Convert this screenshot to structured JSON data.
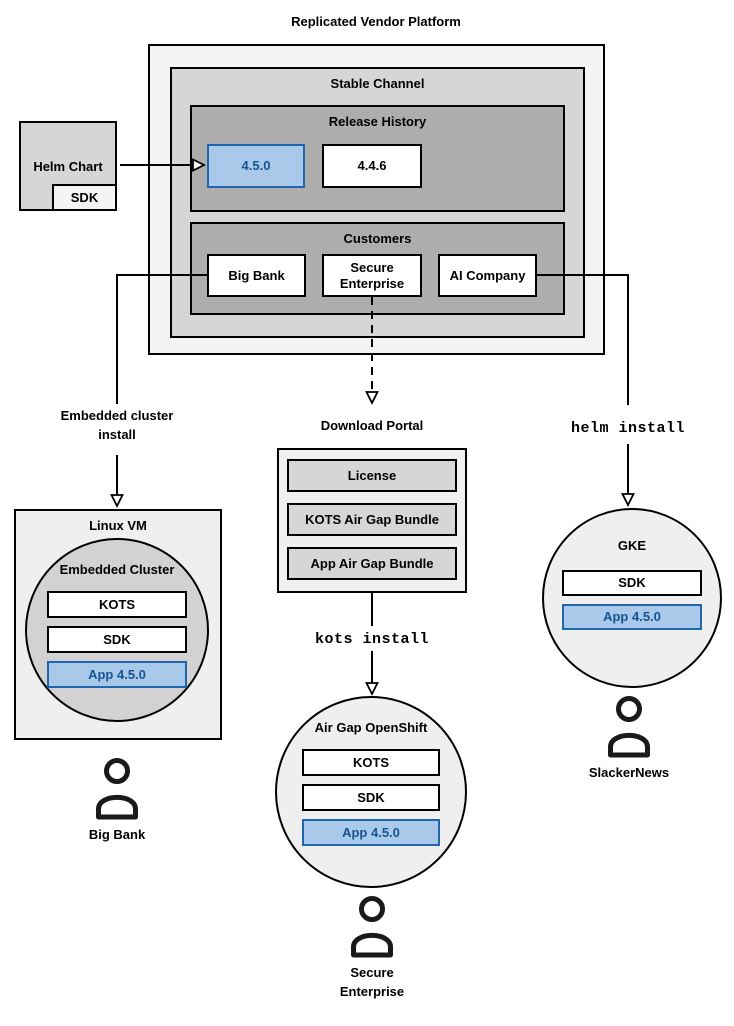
{
  "title": "Replicated Vendor Platform",
  "colors": {
    "highlight_fill": "#A9C9EA",
    "highlight_stroke": "#2166AC",
    "highlight_text": "#17548F",
    "box_light": "#F4F4F4",
    "box_medium": "#D6D6D6",
    "box_dark": "#ADADAD",
    "line": "#000000"
  },
  "platform": {
    "stable_channel": {
      "label": "Stable Channel",
      "release_history": {
        "label": "Release History",
        "releases": [
          {
            "version": "4.5.0",
            "highlighted": true
          },
          {
            "version": "4.4.6",
            "highlighted": false
          }
        ]
      },
      "customers": {
        "label": "Customers",
        "items": [
          {
            "name": "Big Bank"
          },
          {
            "name": "Secure Enterprise"
          },
          {
            "name": "AI Company"
          }
        ]
      }
    }
  },
  "helm_chart": {
    "label": "Helm Chart",
    "sdk": "SDK"
  },
  "flows": {
    "embedded_install": "Embedded cluster\ninstall",
    "helm_install": "helm install",
    "kots_install": "kots install"
  },
  "download_portal": {
    "label": "Download Portal",
    "items": [
      "License",
      "KOTS Air Gap Bundle",
      "App Air Gap Bundle"
    ]
  },
  "linux_vm": {
    "label": "Linux VM",
    "embedded_cluster": {
      "label": "Embedded Cluster",
      "components": [
        "KOTS",
        "SDK"
      ],
      "app": "App 4.5.0"
    }
  },
  "openshift": {
    "label": "Air Gap OpenShift",
    "components": [
      "KOTS",
      "SDK"
    ],
    "app": "App 4.5.0"
  },
  "gke": {
    "label": "GKE",
    "components": [
      "SDK"
    ],
    "app": "App 4.5.0"
  },
  "users": {
    "big_bank": "Big Bank",
    "secure_enterprise": "Secure\nEnterprise",
    "slackernews": "SlackerNews"
  }
}
